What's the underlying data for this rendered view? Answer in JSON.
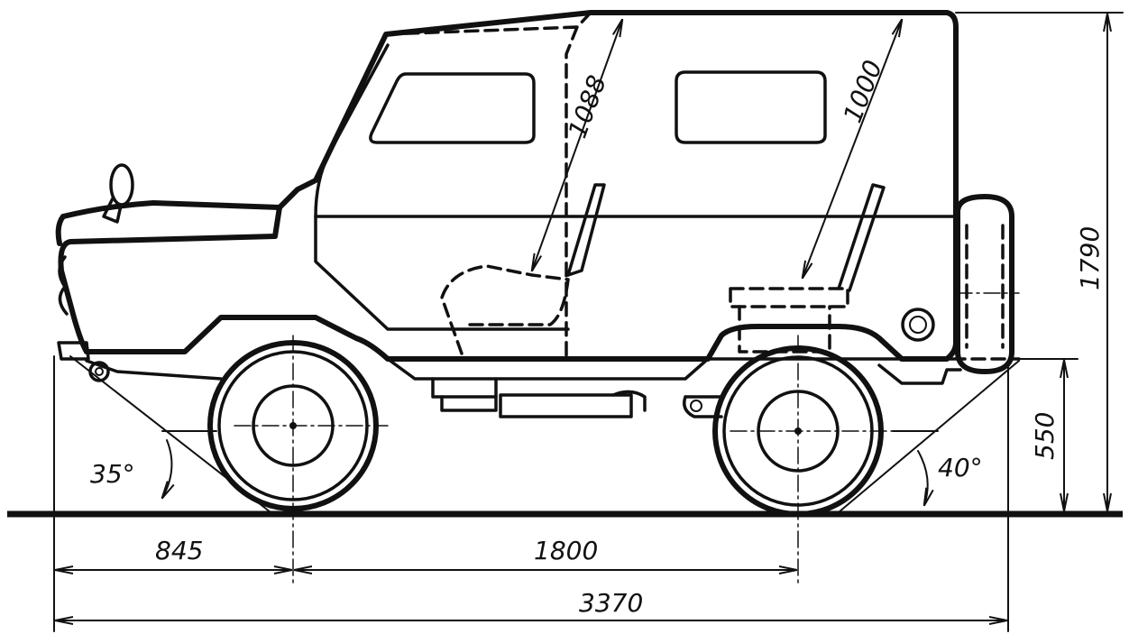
{
  "dimensions": {
    "front_overhang": "845",
    "wheelbase": "1800",
    "overall_length": "3370",
    "overall_height": "1790",
    "ground_clearance_rear": "550",
    "front_seat_diag": "1088",
    "rear_seat_diag": "1000",
    "approach_angle": "35°",
    "departure_angle": "40°"
  },
  "colors": {
    "ink": "#111111",
    "paper": "#ffffff"
  }
}
